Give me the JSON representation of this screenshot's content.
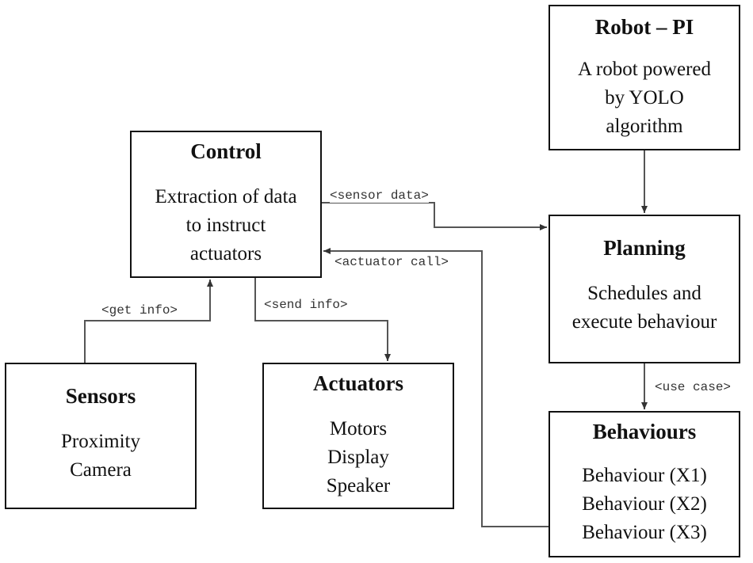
{
  "diagram": {
    "boxes": {
      "robot": {
        "title": "Robot – PI",
        "lines": [
          "A robot powered",
          "by YOLO",
          "algorithm"
        ]
      },
      "control": {
        "title": "Control",
        "lines": [
          "Extraction of data",
          "to instruct",
          "actuators"
        ]
      },
      "planning": {
        "title": "Planning",
        "lines": [
          "Schedules and",
          "execute behaviour"
        ]
      },
      "sensors": {
        "title": "Sensors",
        "lines": [
          "Proximity",
          "Camera"
        ]
      },
      "actuators": {
        "title": "Actuators",
        "lines": [
          "Motors",
          "Display",
          "Speaker"
        ]
      },
      "behaviours": {
        "title": "Behaviours",
        "lines": [
          "Behaviour (X1)",
          "Behaviour (X2)",
          "Behaviour (X3)"
        ]
      }
    },
    "edge_labels": {
      "sensor_data": "<sensor data>",
      "actuator_call": "<actuator call>",
      "get_info": "<get info>",
      "send_info": "<send info>",
      "use_case": "<use case>"
    },
    "colors": {
      "box_border": "#111111",
      "connector": "#555555",
      "label_text": "#333333"
    }
  }
}
